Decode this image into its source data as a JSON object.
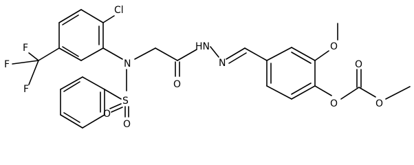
{
  "molecule": {
    "atoms": {
      "cl": "Cl",
      "f_top": "F",
      "f_left": "F",
      "f_bottom": "F",
      "n_amide": "N",
      "s": "S",
      "o_s_left": "O",
      "o_s_right": "O",
      "o_amide": "O",
      "nh": "HN",
      "n_imine": "N",
      "o_methoxy": "O",
      "o_ester": "O",
      "o_carbonyl": "O",
      "o_methyl": "O"
    },
    "colors": {
      "bond": "#000000",
      "text": "#000000",
      "background": "#ffffff"
    }
  }
}
